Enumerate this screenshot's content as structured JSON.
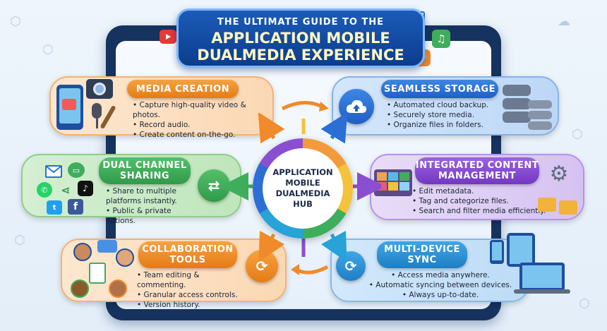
{
  "title": {
    "line1": "THE ULTIMATE GUIDE TO THE",
    "line2": "APPLICATION MOBILE",
    "line3": "DUALMEDIA EXPERIENCE"
  },
  "hub": {
    "line1": "APPLICATION",
    "line2": "MOBILE",
    "line3": "DUALMEDIA",
    "line4": "HUB"
  },
  "sections": {
    "media_creation": {
      "title": "MEDIA CREATION",
      "bullets": [
        "Capture high-quality video & photos.",
        "Record audio.",
        "Create content on-the-go."
      ]
    },
    "seamless_storage": {
      "title": "SEAMLESS STORAGE",
      "bullets": [
        "Automated cloud backup.",
        "Securely store media.",
        "Organize files in folders."
      ]
    },
    "dual_channel": {
      "title_line1": "DUAL CHANNEL",
      "title_line2": "SHARING",
      "bullets": [
        "Share to multiple platforms instantly.",
        "Public & private options."
      ]
    },
    "integrated_content": {
      "title_line1": "INTEGRATED CONTENT",
      "title_line2": "MANAGEMENT",
      "bullets": [
        "Edit metadata.",
        "Tag and categorize files.",
        "Search and filter media efficiently."
      ]
    },
    "collaboration": {
      "title_line1": "COLLABORATION",
      "title_line2": "TOOLS",
      "bullets": [
        "Team editing & commenting.",
        "Granular access controls.",
        "Version history."
      ]
    },
    "multi_device": {
      "title_line1": "MULTI-DEVICE",
      "title_line2": "SYNC",
      "bullets": [
        "Access media anywhere.",
        "Automatic syncing between devices.",
        "Always up-to-date."
      ]
    }
  },
  "colors": {
    "orange": "#f08a2a",
    "blue": "#2b6fd6",
    "green": "#3fae5c",
    "purple": "#8a4fd0",
    "navy": "#16325f"
  },
  "icons": {
    "media_creation": [
      "smartphone-icon",
      "camera-icon",
      "microphone-icon",
      "paintbrush-icon"
    ],
    "storage": [
      "cloud-upload-icon",
      "database-icon"
    ],
    "sharing": [
      "mail-icon",
      "chat-icon",
      "whatsapp-icon",
      "share-icon",
      "tiktok-icon",
      "twitter-icon",
      "facebook-icon",
      "swap-arrows-icon"
    ],
    "content": [
      "gear-icon",
      "folder-icon",
      "media-grid-icon"
    ],
    "collaboration": [
      "user-avatar-icon",
      "chat-bubble-icon",
      "document-icon",
      "sync-icon"
    ],
    "sync": [
      "sync-icon",
      "phone-icon",
      "tablet-icon",
      "laptop-icon"
    ]
  }
}
